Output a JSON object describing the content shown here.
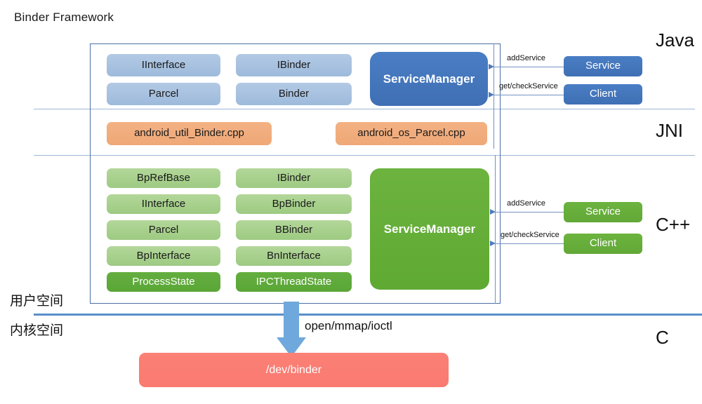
{
  "title": "Binder Framework",
  "layers": [
    {
      "id": "java",
      "label": "Java"
    },
    {
      "id": "jni",
      "label": "JNI"
    },
    {
      "id": "cpp",
      "label": "C++"
    },
    {
      "id": "c",
      "label": "C"
    }
  ],
  "space_labels": {
    "user": "用户空间",
    "kernel": "内核空间"
  },
  "java_layer": {
    "chips": [
      {
        "label": "IInterface",
        "col": 0,
        "row": 0
      },
      {
        "label": "IBinder",
        "col": 1,
        "row": 0
      },
      {
        "label": "Parcel",
        "col": 0,
        "row": 1
      },
      {
        "label": "Binder",
        "col": 1,
        "row": 1
      }
    ],
    "service_manager": "ServiceManager",
    "actors": [
      {
        "label": "Service",
        "edge": "addService"
      },
      {
        "label": "Client",
        "edge": "get/checkService"
      }
    ]
  },
  "jni_layer": {
    "chips": [
      {
        "label": "android_util_Binder.cpp"
      },
      {
        "label": "android_os_Parcel.cpp"
      }
    ]
  },
  "cpp_layer": {
    "chips": [
      {
        "label": "BpRefBase",
        "col": 0,
        "row": 0,
        "style": "light"
      },
      {
        "label": "IBinder",
        "col": 1,
        "row": 0,
        "style": "light"
      },
      {
        "label": "IInterface",
        "col": 0,
        "row": 1,
        "style": "light"
      },
      {
        "label": "BpBinder",
        "col": 1,
        "row": 1,
        "style": "light"
      },
      {
        "label": "Parcel",
        "col": 0,
        "row": 2,
        "style": "light"
      },
      {
        "label": "BBinder",
        "col": 1,
        "row": 2,
        "style": "light"
      },
      {
        "label": "BpInterface",
        "col": 0,
        "row": 3,
        "style": "light"
      },
      {
        "label": "BnInterface",
        "col": 1,
        "row": 3,
        "style": "light"
      },
      {
        "label": "ProcessState",
        "col": 0,
        "row": 4,
        "style": "dark"
      },
      {
        "label": "IPCThreadState",
        "col": 1,
        "row": 4,
        "style": "dark"
      }
    ],
    "service_manager": "ServiceManager",
    "actors": [
      {
        "label": "Service",
        "edge": "addService"
      },
      {
        "label": "Client",
        "edge": "get/checkService"
      }
    ]
  },
  "kernel_layer": {
    "syscall_label": "open/mmap/ioctl",
    "device": "/dev/binder"
  },
  "colors": {
    "java_accent": "#4a7ec4",
    "java_chip": "#a8c2e0",
    "jni_chip": "#f3b183",
    "cpp_chip": "#a7d08c",
    "cpp_accent": "#6cb33f",
    "kernel_device": "#fb8076",
    "frame_border": "#4a6fa5",
    "divider": "#9db7d8",
    "kernel_divider": "#5b8fc9",
    "arrow": "#6fa8dc"
  }
}
